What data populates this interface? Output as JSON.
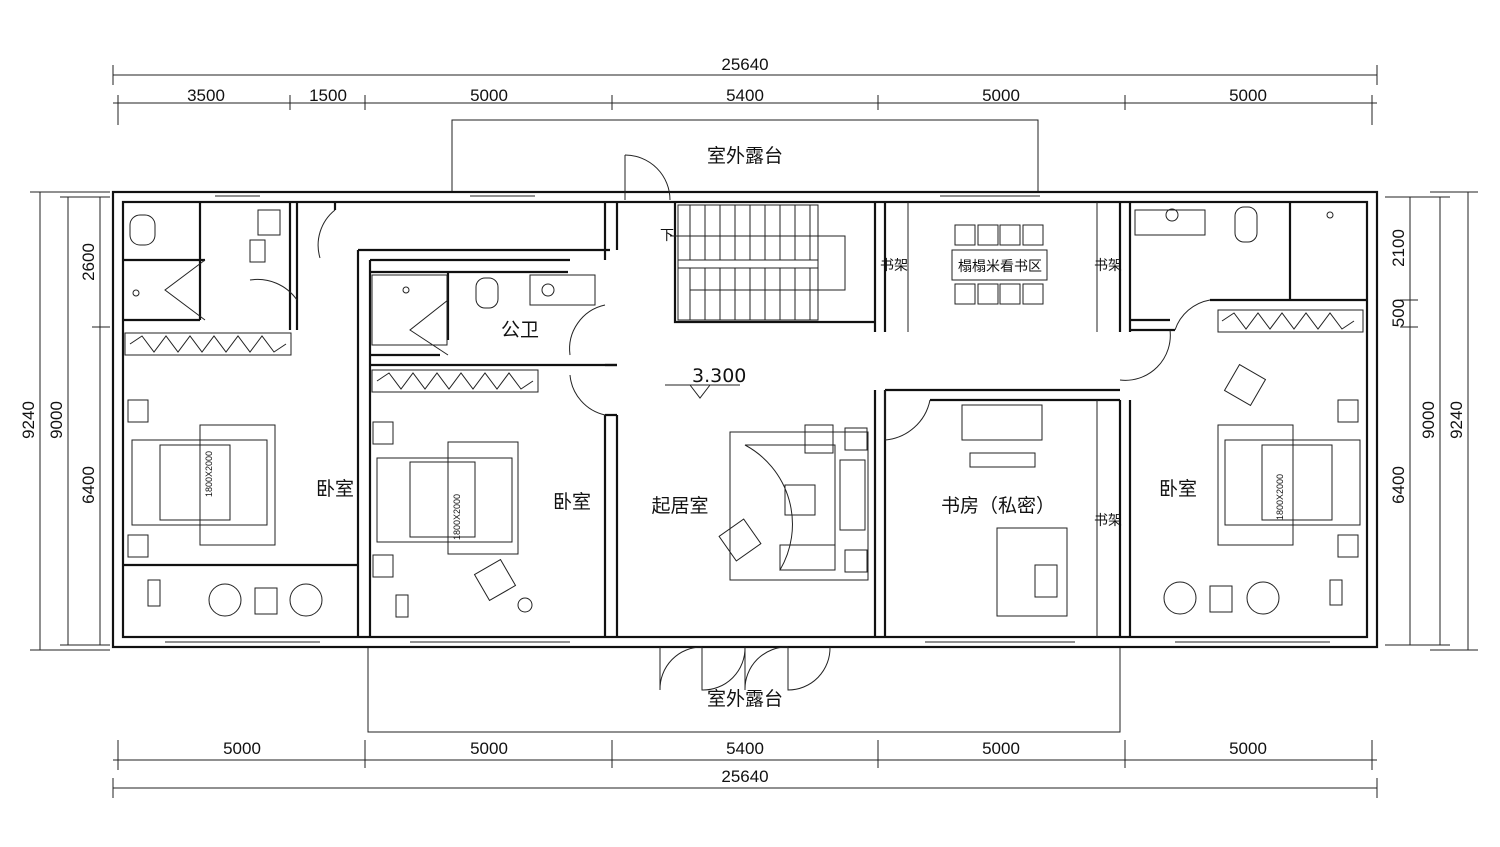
{
  "dimensions": {
    "top_total": "25640",
    "top_segments": [
      "3500",
      "1500",
      "5000",
      "5400",
      "5000",
      "5000"
    ],
    "bottom_segments": [
      "5000",
      "5000",
      "5400",
      "5000",
      "5000"
    ],
    "bottom_total": "25640",
    "left_total": "9240",
    "left_inner": "9000",
    "left_segments": [
      "2600",
      "6400"
    ],
    "right_segments": [
      "2100",
      "500",
      "6400"
    ],
    "right_inner": "9000",
    "right_total": "9240"
  },
  "rooms": {
    "terrace_top": "室外露台",
    "terrace_bottom": "室外露台",
    "public_bath": "公卫",
    "tatami": "榻榻米看书区",
    "bookshelf": "书架",
    "bedroom": "卧室",
    "living": "起居室",
    "study": "书房（私密）",
    "stair_down": "下",
    "elevation": "3.300",
    "bed_size": "1800X2000"
  }
}
